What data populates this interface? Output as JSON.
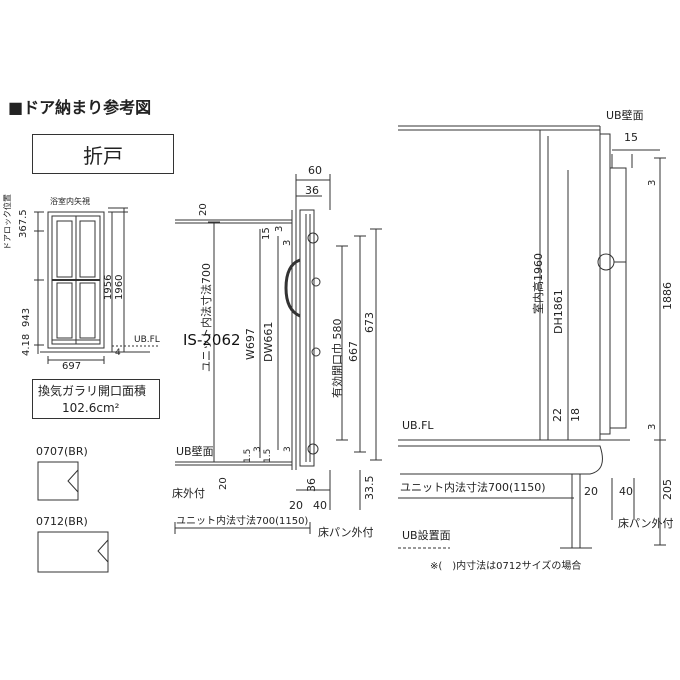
{
  "heading": "■ドア納まり参考図",
  "door_type": "折戸",
  "elevation": {
    "view_label": "浴室内矢視",
    "side_label": "ドアロック位置",
    "dims": [
      "367.5",
      "943",
      "4.18",
      "697",
      "1956",
      "1960",
      "4",
      "UB.FL"
    ]
  },
  "area": {
    "line1": "換気ガラリ開口面積",
    "line2": "102.6cm²"
  },
  "sizes": [
    "0707(BR)",
    "0712(BR)"
  ],
  "plan": {
    "top_dims": [
      "60",
      "36",
      "3"
    ],
    "left_dims": [
      "20",
      "15",
      "3"
    ],
    "vertical_dims": [
      "ユニット内法寸法700",
      "W697",
      "DW661",
      "有効開口巾 580",
      "667",
      "673"
    ],
    "bottom_left": [
      "UB壁面",
      "1.5",
      "3",
      "1.5",
      "3",
      "20",
      "床外付"
    ],
    "bottom_dims": [
      "36",
      "20",
      "40",
      "33.5"
    ],
    "unit_dim": "ユニット内法寸法700(1150)",
    "floor_pan": "床パン外付"
  },
  "section": {
    "ub_wall": "UB壁面",
    "top_dims": [
      "15",
      "3"
    ],
    "height_labels": [
      "室内高1960",
      "DH1861",
      "1886"
    ],
    "small_dims": [
      "22",
      "18",
      "3"
    ],
    "ub_fl": "UB.FL",
    "unit_dim": "ユニット内法寸法700(1150)",
    "bottom_dims": [
      "20",
      "40",
      "205"
    ],
    "floor_pan": "床パン外付",
    "ub_install": "UB設置面",
    "note": "※(　)内寸法は0712サイズの場合"
  },
  "watermark": "IS-2062"
}
